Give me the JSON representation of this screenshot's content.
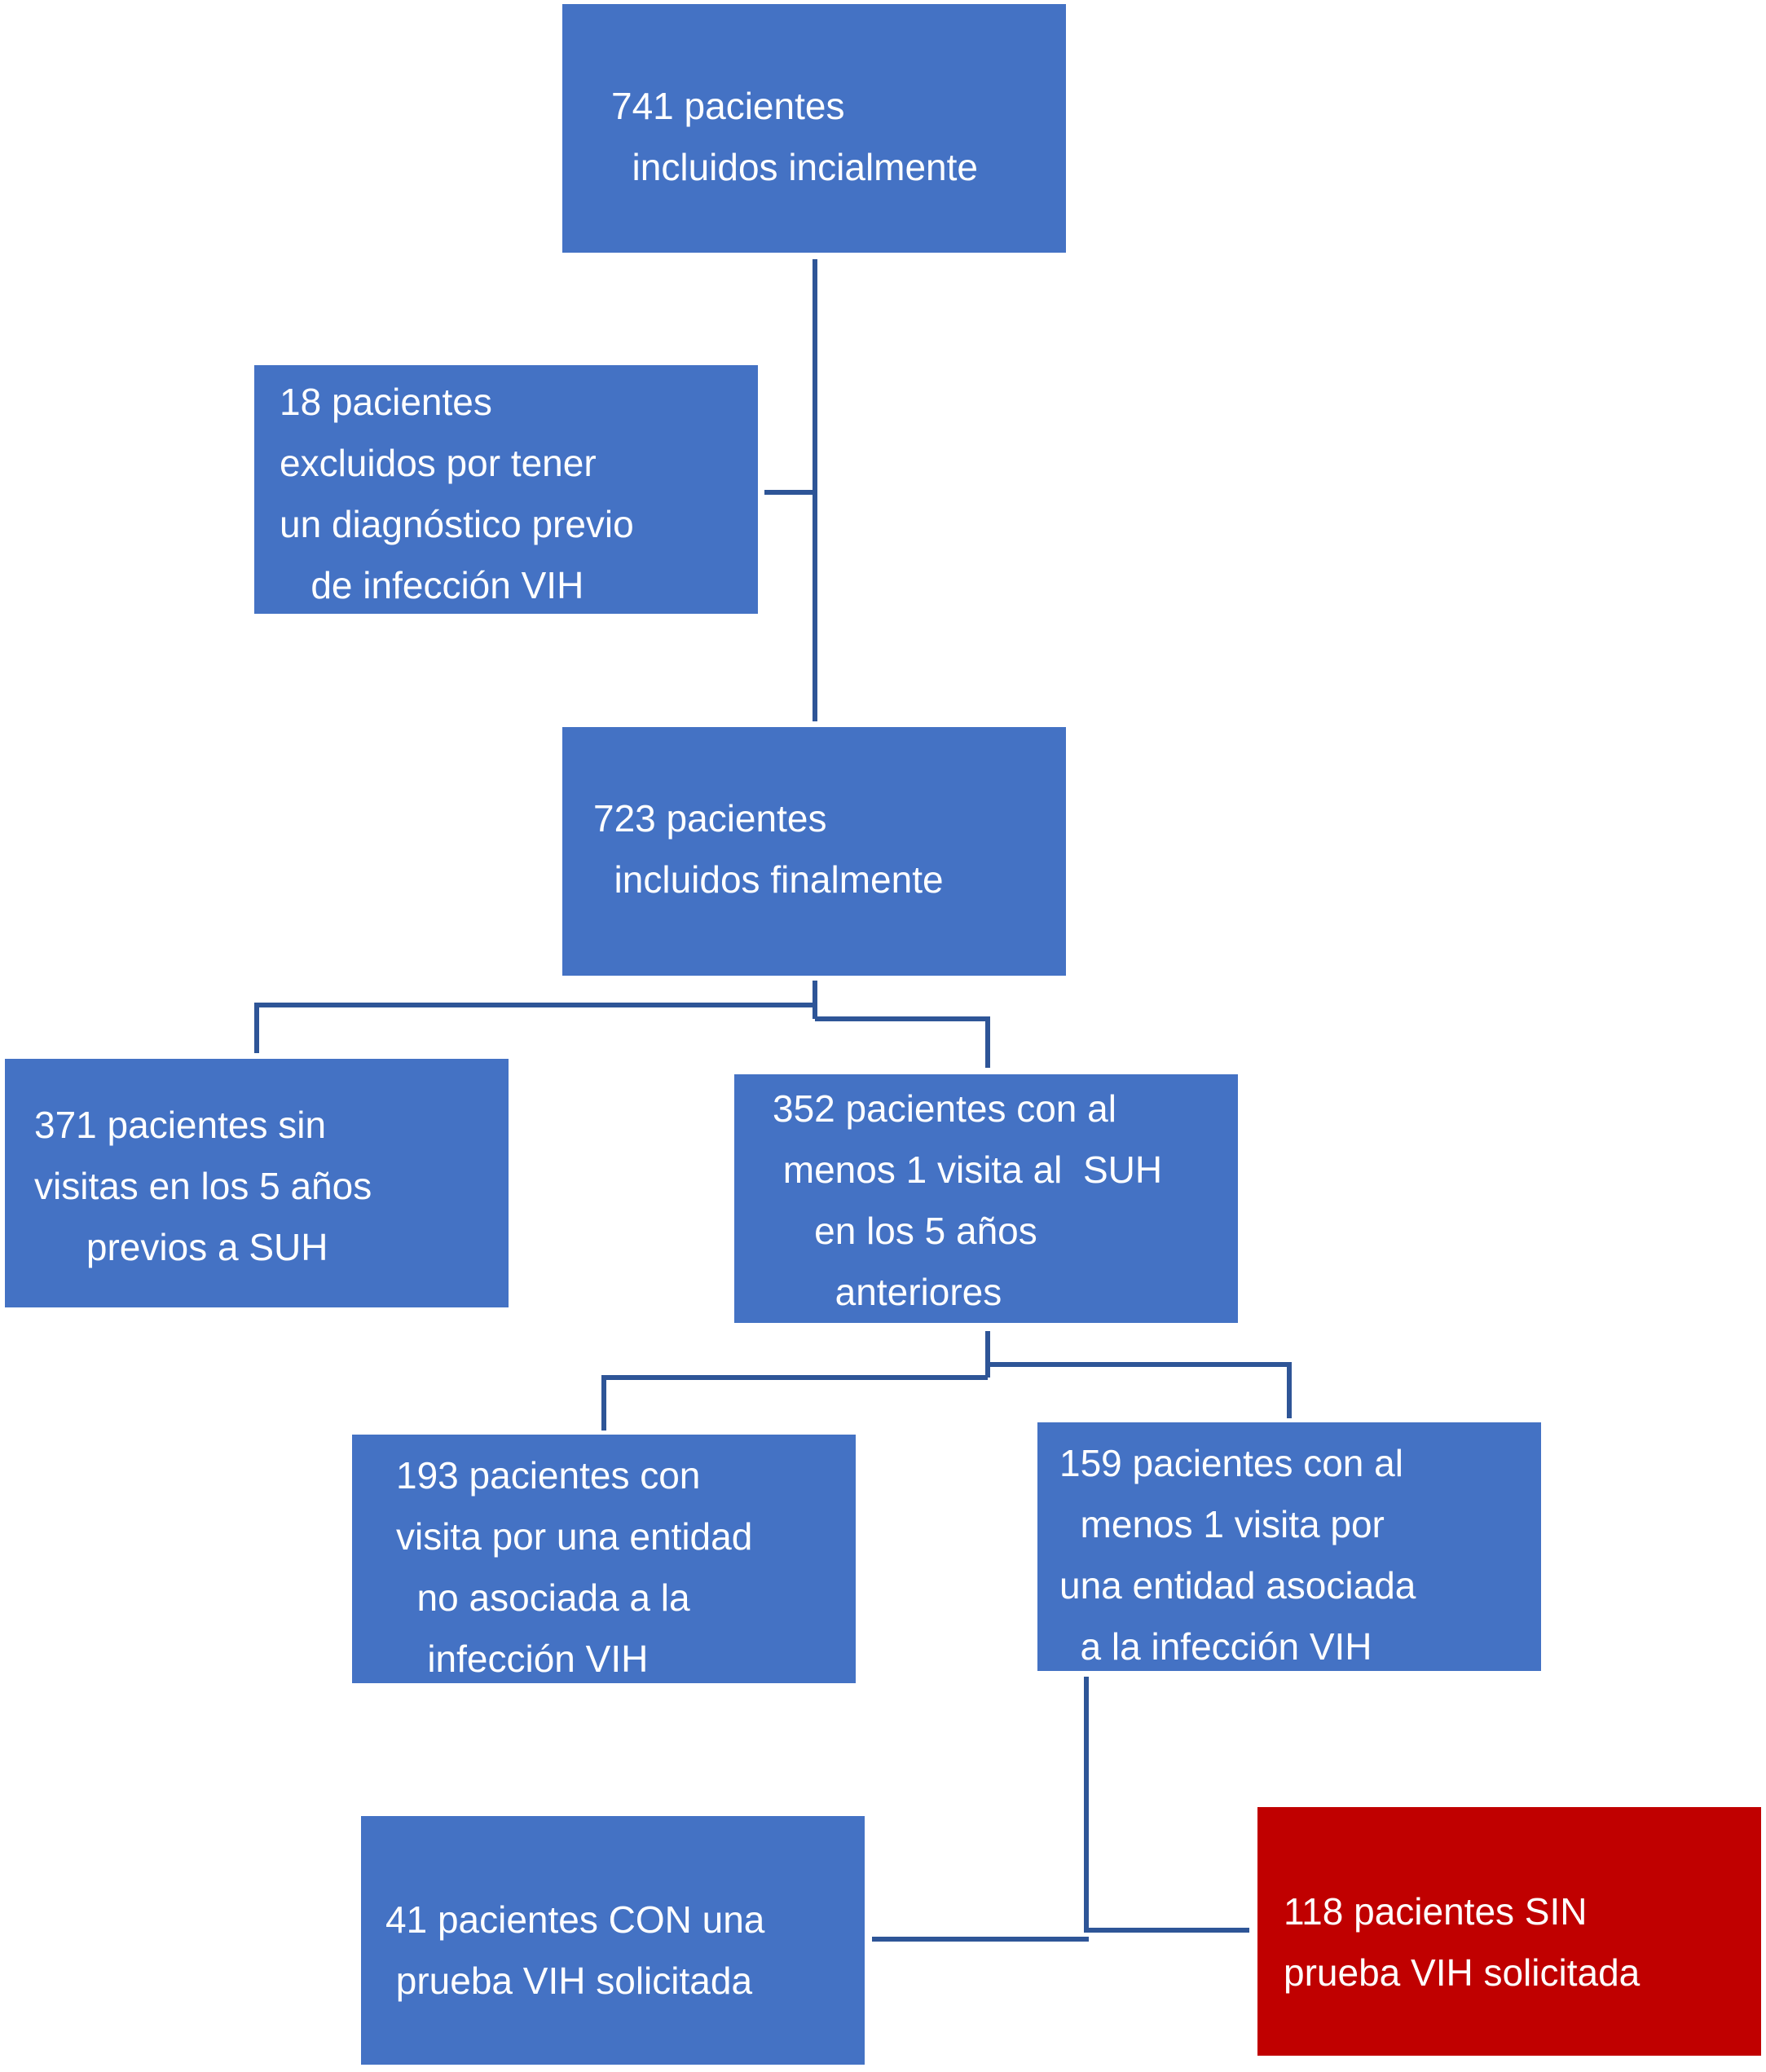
{
  "colors": {
    "box": "#4472c4",
    "highlight": "#c00000",
    "connector": "#2e5597",
    "text": "#ffffff"
  },
  "boxes": {
    "initial": "741 pacientes\n  incluidos incialmente",
    "excluded": "18 pacientes\nexcluidos por tener\nun diagnóstico previo\n   de infección VIH",
    "final": "723 pacientes\n  incluidos finalmente",
    "no_visits": "371 pacientes sin\nvisitas en los 5 años\n     previos a SUH",
    "with_visits": "352 pacientes con al\n menos 1 visita al  SUH\n    en los 5 años\n      anteriores",
    "non_associated": "193 pacientes con\nvisita por una entidad\n  no asociada a la\n   infección VIH",
    "associated": "159 pacientes con al\n  menos 1 visita por\nuna entidad asociada\n  a la infección VIH",
    "with_test": "41 pacientes CON una\n prueba VIH solicitada",
    "without_test": "118 pacientes SIN\nprueba VIH solicitada"
  }
}
